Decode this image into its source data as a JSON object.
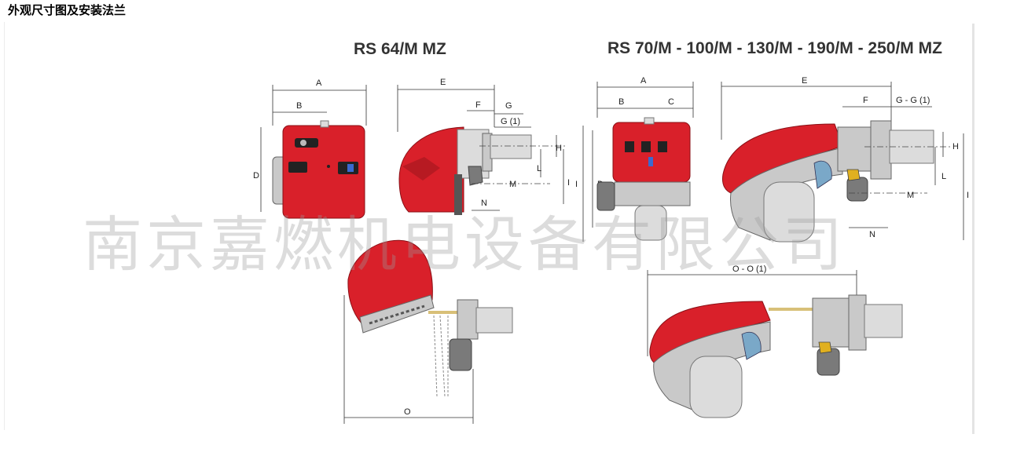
{
  "page": {
    "title": "外观尺寸图及安装法兰"
  },
  "diagram": {
    "model_left": "RS 64/M MZ",
    "model_right": "RS 70/M - 100/M - 130/M - 190/M - 250/M MZ",
    "watermark": "南京嘉燃机电设备有限公司",
    "dims_left": {
      "A": "A",
      "B": "B",
      "D": "D",
      "E": "E",
      "F": "F",
      "G": "G",
      "G1": "G (1)",
      "H": "H",
      "L": "L",
      "I": "I",
      "M": "M",
      "N": "N",
      "O": "O"
    },
    "dims_right": {
      "A": "A",
      "B": "B",
      "C": "C",
      "D": "D",
      "I": "I",
      "E": "E",
      "F": "F",
      "GG1": "G - G (1)",
      "H": "H",
      "L": "L",
      "M": "M",
      "N": "N",
      "OO1": "O - O (1)"
    },
    "colors": {
      "burner_red": "#d9202a",
      "metal_grey": "#c9c9c9"
    }
  }
}
